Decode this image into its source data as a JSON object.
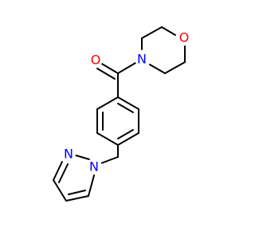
{
  "molecule": {
    "atoms": {
      "carbonyl_oxygen": {
        "symbol": "O",
        "color": "#ff0000"
      },
      "morpholine_nitrogen": {
        "symbol": "N",
        "color": "#0000ff"
      },
      "morpholine_oxygen": {
        "symbol": "O",
        "color": "#ff0000"
      },
      "pyrazole_n1": {
        "symbol": "N",
        "color": "#0000ff"
      },
      "pyrazole_n2": {
        "symbol": "N",
        "color": "#0000ff"
      }
    },
    "bond_color": "#000000",
    "background": "#ffffff"
  }
}
